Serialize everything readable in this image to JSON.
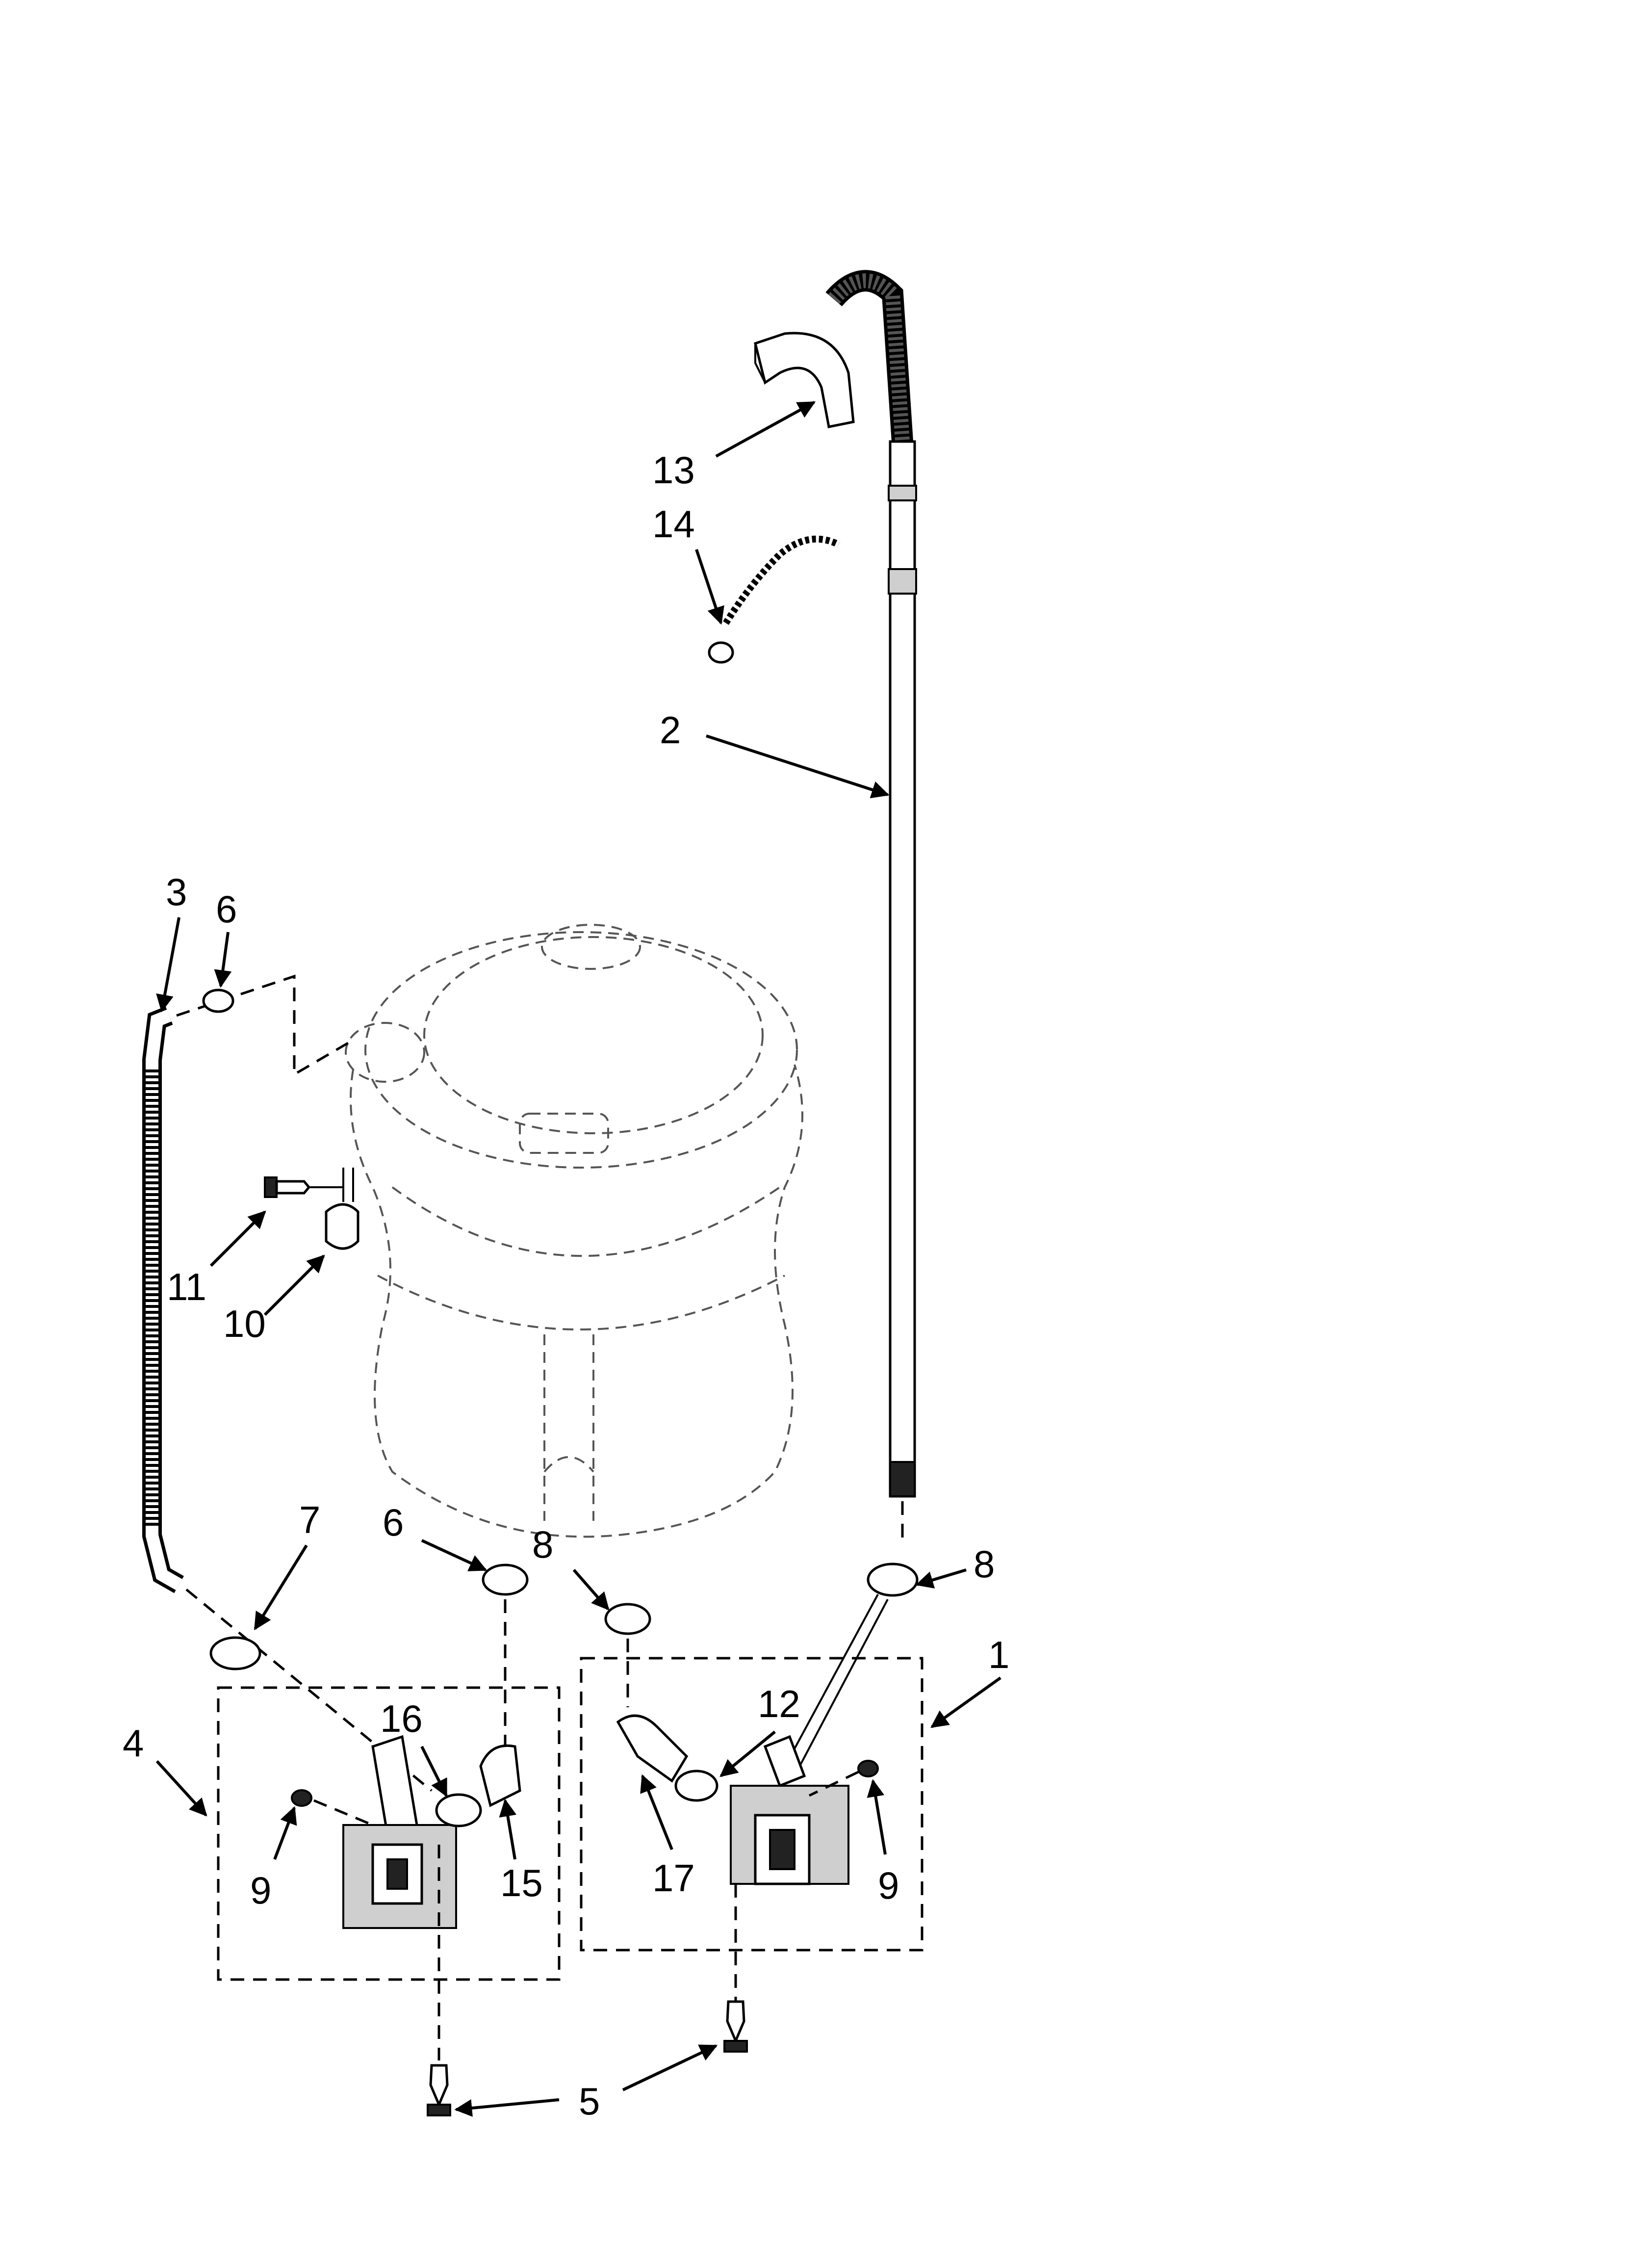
{
  "diagram": {
    "callouts": {
      "c1": "1",
      "c2": "2",
      "c3": "3",
      "c4": "4",
      "c5": "5",
      "c6a": "6",
      "c6b": "6",
      "c7": "7",
      "c8a": "8",
      "c8b": "8",
      "c9a": "9",
      "c9b": "9",
      "c10": "10",
      "c11": "11",
      "c12": "12",
      "c13": "13",
      "c14": "14",
      "c15": "15",
      "c16": "16",
      "c17": "17"
    }
  }
}
